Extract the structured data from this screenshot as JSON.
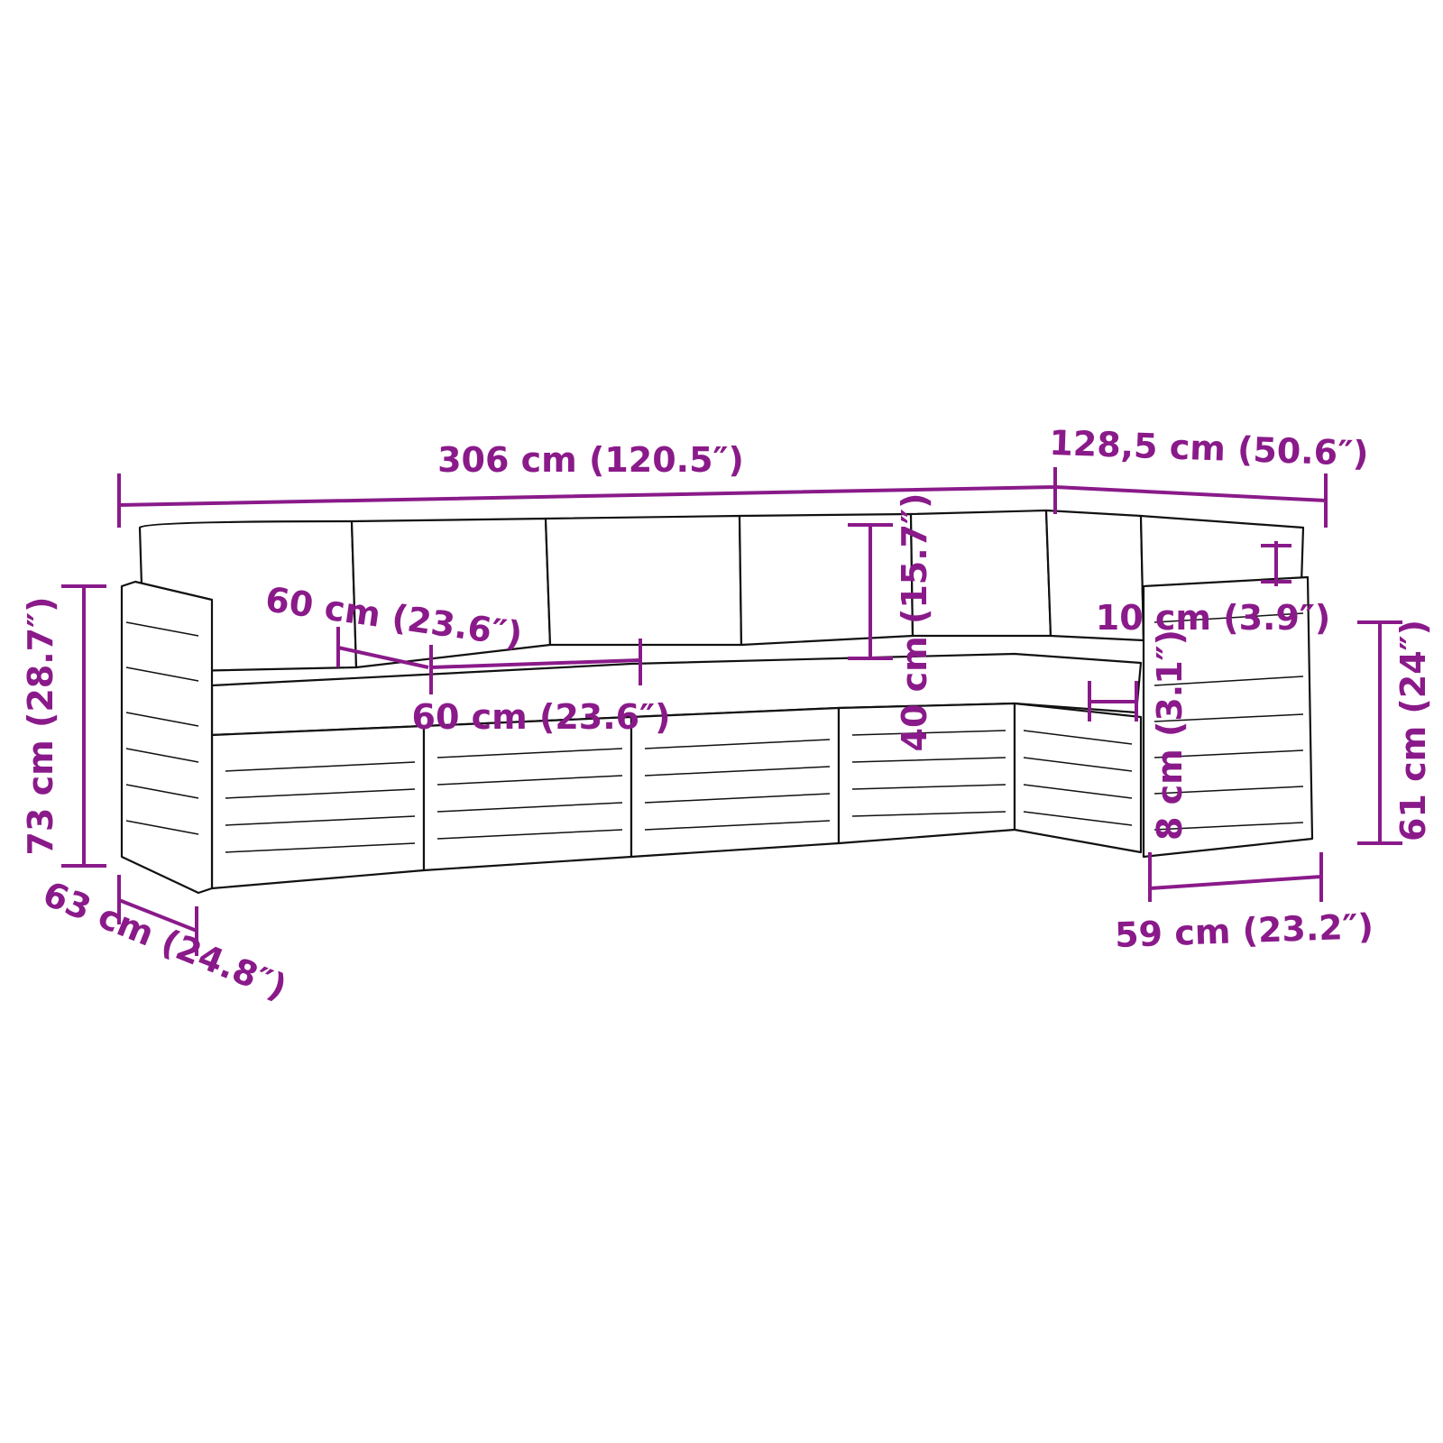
{
  "accent_color": "#8a1a8a",
  "dimensions": {
    "total_length": "306 cm (120.5″)",
    "corner_length": "128,5 cm (50.6″)",
    "total_height": "73 cm (28.7″)",
    "depth": "63 cm (24.8″)",
    "seat_depth": "60 cm (23.6″)",
    "seat_width": "60 cm (23.6″)",
    "backrest_height": "40 cm (15.7″)",
    "armrest_thickness": "10 cm (3.9″)",
    "cushion_thickness": "8 cm (3.1″)",
    "armrest_height": "61 cm (24″)",
    "corner_depth": "59 cm (23.2″)"
  }
}
